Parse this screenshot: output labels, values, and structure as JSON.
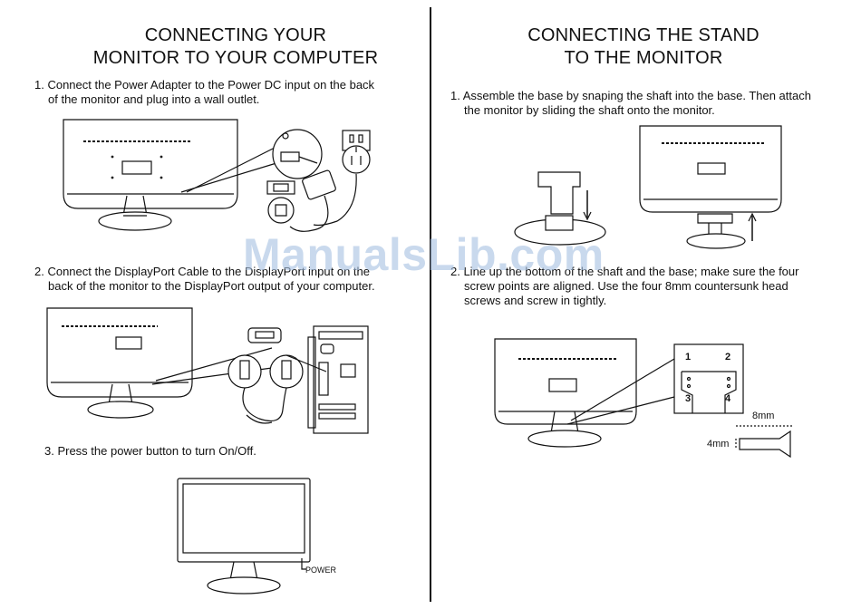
{
  "left_title": [
    "CONNECTING YOUR",
    "MONITOR TO YOUR COMPUTER"
  ],
  "right_title": [
    "CONNECTING THE STAND",
    "TO THE MONITOR"
  ],
  "left_steps": [
    {
      "lines": [
        "1. Connect the Power Adapter to the Power DC input on the back",
        "of the monitor and plug into a wall outlet."
      ]
    },
    {
      "lines": [
        "2. Connect the DisplayPort Cable to the DisplayPort input on the",
        "back of the monitor to the DisplayPort output of your computer."
      ]
    },
    {
      "lines": [
        "3. Press the power button to turn On/Off."
      ]
    }
  ],
  "right_steps": [
    {
      "lines": [
        "1. Assemble the base by snaping the shaft into the base. Then attach",
        "the monitor by sliding the shaft onto the monitor."
      ]
    },
    {
      "lines": [
        "2. Line up the bottom of the shaft and the base; make sure the four",
        "screw points are aligned. Use the four 8mm countersunk head",
        "screws and screw in tightly."
      ]
    }
  ],
  "labels": {
    "power": "POWER",
    "screw_length": "8mm",
    "screw_diameter": "4mm",
    "screw_numbers": [
      "1",
      "2",
      "3",
      "4"
    ]
  },
  "watermark": "ManualsLib.com"
}
